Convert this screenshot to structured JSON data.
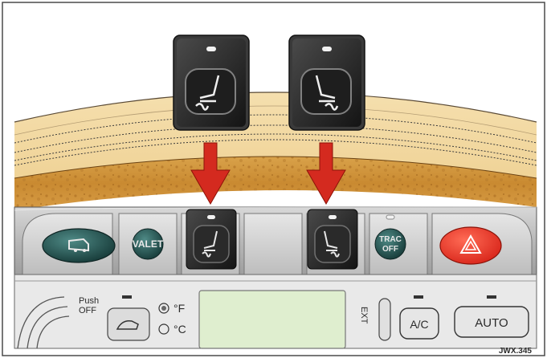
{
  "dashboard": {
    "buttons": {
      "valet": "VALET",
      "trac_line1": "TRAC",
      "trac_line2": "OFF"
    }
  },
  "climate": {
    "push_line1": "Push",
    "push_line2": "OFF",
    "temp_unit_f": "°F",
    "temp_unit_c": "°C",
    "ext_label": "EXT",
    "ac_label": "A/C",
    "auto_label": "AUTO"
  },
  "figure_code": "JWX.345",
  "icons": [
    "car-key-icon",
    "seat-heater-driver-icon",
    "seat-heater-passenger-icon",
    "hazard-icon",
    "recirculation-icon",
    "arrow-down-icon"
  ]
}
